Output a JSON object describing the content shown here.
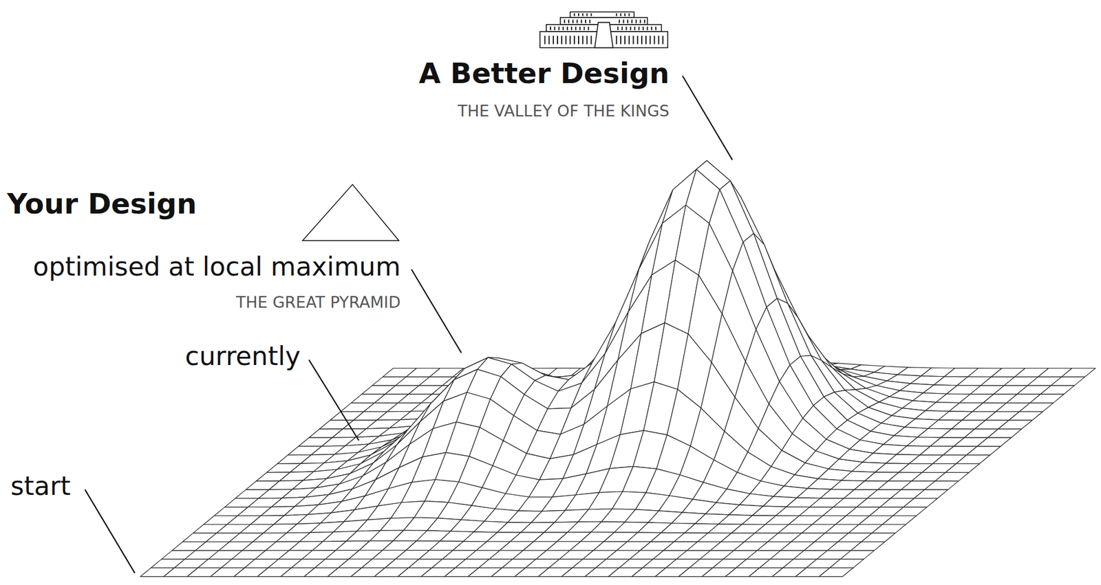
{
  "diagram": {
    "labels": [
      "A Better Design",
      "THE VALLEY OF THE KINGS",
      "Your Design",
      "optimised at local maximum",
      "THE GREAT PYRAMID",
      "currently",
      "start"
    ]
  }
}
